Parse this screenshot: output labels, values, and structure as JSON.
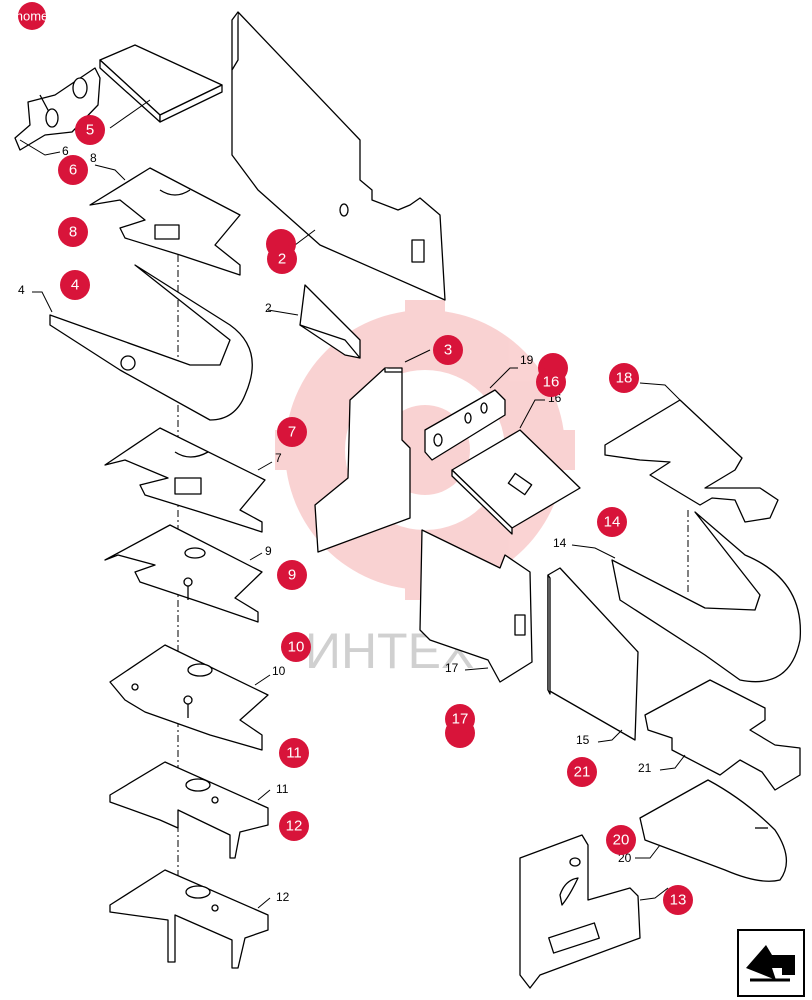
{
  "colors": {
    "hotspot": "#d8143a",
    "watermark": "#f3b7b7"
  },
  "home_label": "home",
  "watermark_text": "ИНТЕХ",
  "callouts": {
    "c2": "2",
    "c4": "4",
    "c6": "6",
    "c7": "7",
    "c8": "8",
    "c9": "9",
    "c10": "10",
    "c11": "11",
    "c12": "12",
    "c14": "14",
    "c15": "15",
    "c16": "16",
    "c17": "17",
    "c19": "19",
    "c20": "20",
    "c21": "21"
  },
  "hotspots": {
    "h2": "2",
    "h3": "3",
    "h4": "4",
    "h5": "5",
    "h6": "6",
    "h7": "7",
    "h8": "8",
    "h9": "9",
    "h10": "10",
    "h11": "11",
    "h12": "12",
    "h13": "13",
    "h14": "14",
    "h16": "16",
    "h17": "17",
    "h18": "18",
    "h20": "20",
    "h21": "21"
  },
  "nav_icon": "return-arrow-icon"
}
